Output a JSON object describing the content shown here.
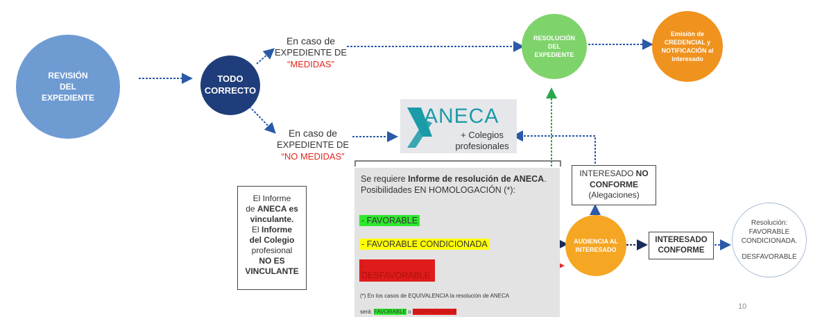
{
  "nodes": {
    "revision": [
      "REVISIÓN",
      "DEL",
      "EXPEDIENTE"
    ],
    "todo_correcto": [
      "TODO",
      "CORRECTO"
    ],
    "resolucion": [
      "RESOLUCIÓN",
      "DEL",
      "EXPEDIENTE"
    ],
    "emision": [
      "Emisión de",
      "CREDENCIAL y",
      "NOTIFICACIÓN al",
      "interesado"
    ],
    "audiencia": [
      "AUDIENCIA AL",
      "INTERESADO"
    ]
  },
  "branches": {
    "medidas": {
      "line1": "En caso de",
      "line2": "EXPEDIENTE DE",
      "highlight": "“MEDIDAS”"
    },
    "no_medidas": {
      "line1": "En caso de",
      "line2": "EXPEDIENTE DE",
      "highlight": "“NO MEDIDAS”"
    }
  },
  "aneca": {
    "logo": "ANECA",
    "sub1": "+ Colegios",
    "sub2": "profesionales"
  },
  "info_box": {
    "intro_1": "Se requiere ",
    "intro_bold": "Informe de resolución de ANECA",
    "intro_2": ". Posibilidades EN HOMOLOGACIÓN (*):",
    "opt_favorable": "- FAVORABLE",
    "opt_condicionada": "- FAVORABLE CONDICIONADA",
    "opt_desfavorable": "- DESFAVORABLE",
    "footnote": "(*) En los casos de EQUIVALENCIA la resolución de ANECA",
    "footnote_2": "será:",
    "footnote_fav": "FAVORABLE",
    "footnote_o": "o",
    "footnote_desfav": "DESFAVORABLE"
  },
  "left_note": {
    "l1": "El Informe",
    "l2a": "de ",
    "l2b": "ANECA es",
    "l3": "vinculante.",
    "l4a": "El ",
    "l4b": "Informe",
    "l5": "del Colegio",
    "l6": "profesional",
    "l7": "NO ES",
    "l8": "VINCULANTE"
  },
  "no_conforme": {
    "l1": "INTERESADO ",
    "l1b": "NO",
    "l2": "CONFORME",
    "l3": "(Alegaciones)"
  },
  "conforme": {
    "l1": "INTERESADO",
    "l2": "CONFORME"
  },
  "resolucion_final": {
    "l1": "Resolución:",
    "l2": "FAVORABLE",
    "l3": "CONDICIONADA.",
    "l4": "DESFAVORABLE"
  },
  "page_number": "10",
  "colors": {
    "revision": "#6f9bd3",
    "todo_correcto": "#1f3d7a",
    "resolucion": "#7fd36b",
    "emision": "#f0921e",
    "audiencia": "#f5a623",
    "aneca_bg": "#e5e7ea",
    "info_bg": "#e3e3e3",
    "arrow_blue": "#2a5aa8",
    "arrow_green": "#2aa84a",
    "arrow_red": "#e03030",
    "arrow_navy": "#1a2a5a"
  }
}
